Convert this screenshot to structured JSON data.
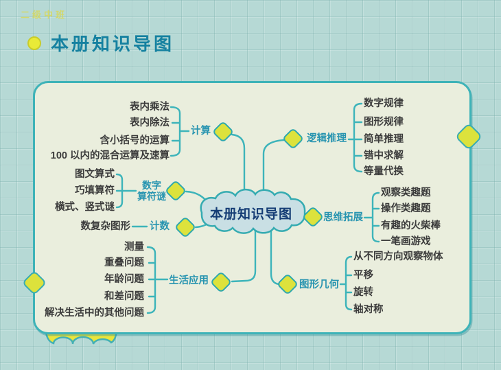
{
  "watermark": "二级中班",
  "header": {
    "title": "本册知识导图"
  },
  "center": {
    "label": "本册知识导图"
  },
  "branches": [
    {
      "label": "计算",
      "items": [
        "表内乘法",
        "表内除法",
        "含小括号的运算",
        "100 以内的混合运算及速算"
      ]
    },
    {
      "label": "数字算符谜",
      "label_lines": [
        "数字",
        "算符谜"
      ],
      "items": [
        "图文算式",
        "巧填算符",
        "横式、竖式谜"
      ]
    },
    {
      "label": "计数",
      "items": [
        "数复杂图形"
      ]
    },
    {
      "label": "生活应用",
      "items": [
        "测量",
        "重叠问题",
        "年龄问题",
        "和差问题",
        "解决生活中的其他问题"
      ]
    },
    {
      "label": "逻辑推理",
      "items": [
        "数字规律",
        "图形规律",
        "简单推理",
        "错中求解",
        "等量代换"
      ]
    },
    {
      "label": "思维拓展",
      "items": [
        "观察类趣题",
        "操作类趣题",
        "有趣的火柴棒",
        "一笔画游戏"
      ]
    },
    {
      "label": "图形几何",
      "items": [
        "从不同方向观察物体",
        "平移",
        "旋转",
        "轴对称"
      ]
    }
  ],
  "icons": {
    "bullet": "yellow-circle-dot",
    "node_marker": "rounded-diamond",
    "edge_decoration": "sparkle-diamond",
    "center_node": "cloud-shape",
    "bottom_decoration": "yellow-cloud"
  },
  "colors": {
    "background": "#b6d9d5",
    "panel": "#eaeedd",
    "accent_teal": "#3db4ba",
    "diamond_fill": "#dde23c",
    "title_text": "#1581a0",
    "branch_text": "#2794b0",
    "leaf_text": "#3c3c3c",
    "cloud_fill": "#c9dfe4",
    "center_text": "#153d75"
  }
}
